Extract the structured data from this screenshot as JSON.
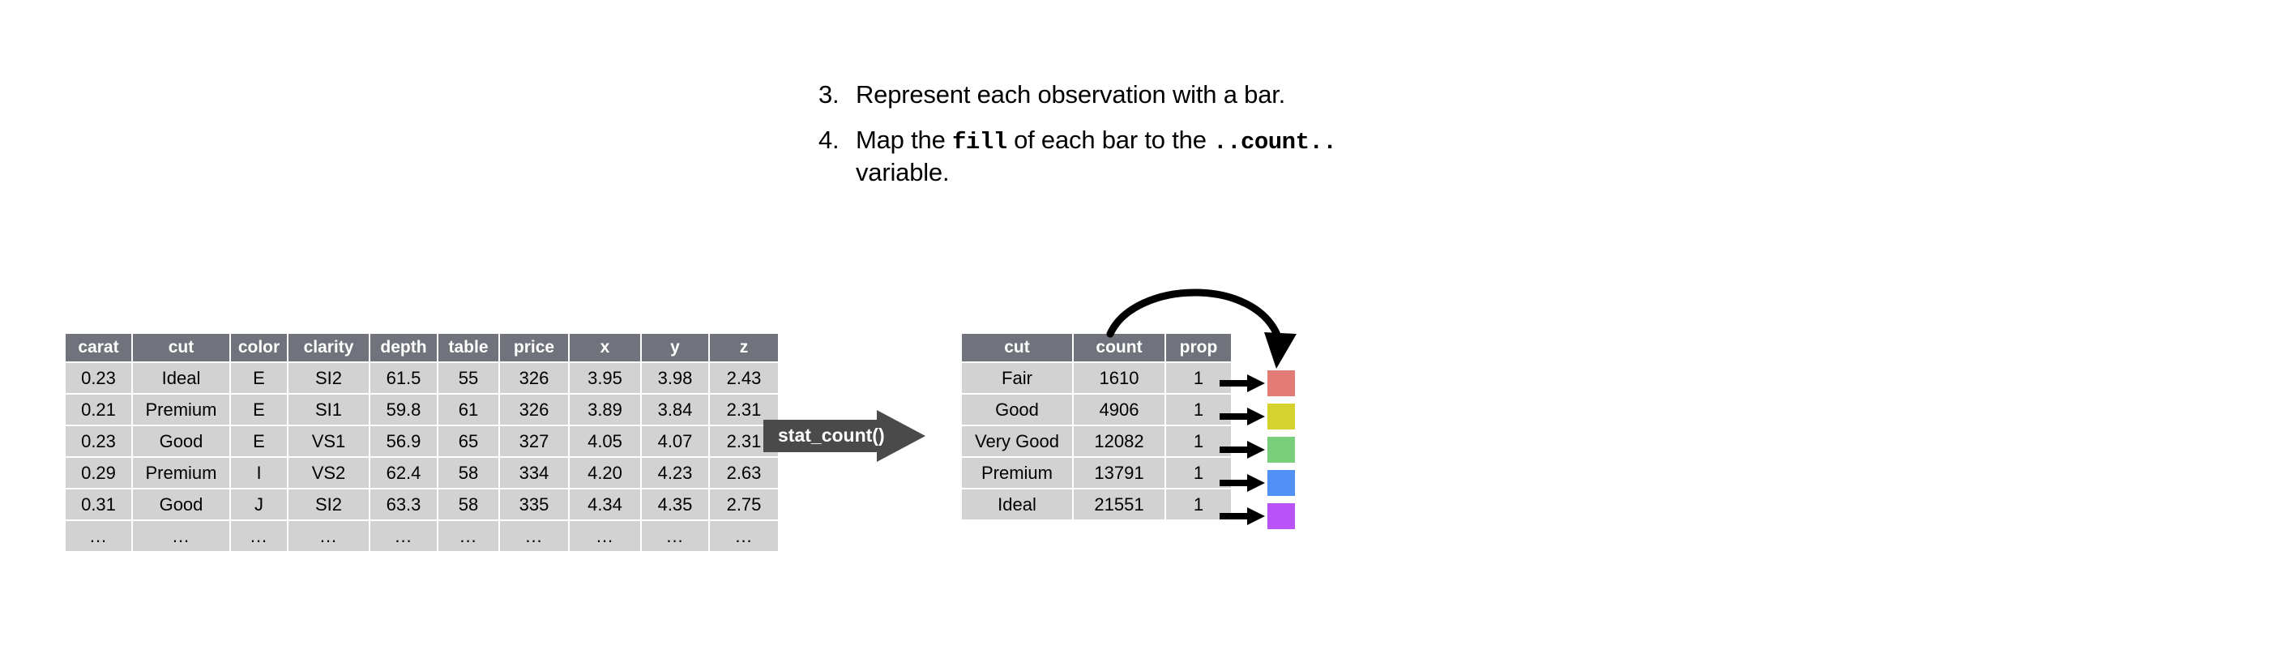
{
  "instructions": [
    {
      "number": "3.",
      "parts": [
        {
          "text": "Represent each observation with a bar.",
          "style": "plain"
        }
      ]
    },
    {
      "number": "4.",
      "parts": [
        {
          "text": "Map the ",
          "style": "plain"
        },
        {
          "text": "fill",
          "style": "mono"
        },
        {
          "text": " of each bar to the ",
          "style": "plain"
        },
        {
          "text": "..count..",
          "style": "mono"
        },
        {
          "text": " variable.",
          "style": "plain"
        }
      ]
    }
  ],
  "diamonds_table": {
    "columns": [
      "carat",
      "cut",
      "color",
      "clarity",
      "depth",
      "table",
      "price",
      "x",
      "y",
      "z"
    ],
    "rows": [
      [
        "0.23",
        "Ideal",
        "E",
        "SI2",
        "61.5",
        "55",
        "326",
        "3.95",
        "3.98",
        "2.43"
      ],
      [
        "0.21",
        "Premium",
        "E",
        "SI1",
        "59.8",
        "61",
        "326",
        "3.89",
        "3.84",
        "2.31"
      ],
      [
        "0.23",
        "Good",
        "E",
        "VS1",
        "56.9",
        "65",
        "327",
        "4.05",
        "4.07",
        "2.31"
      ],
      [
        "0.29",
        "Premium",
        "I",
        "VS2",
        "62.4",
        "58",
        "334",
        "4.20",
        "4.23",
        "2.63"
      ],
      [
        "0.31",
        "Good",
        "J",
        "SI2",
        "63.3",
        "58",
        "335",
        "4.34",
        "4.35",
        "2.75"
      ],
      [
        "...",
        "...",
        "...",
        "...",
        "...",
        "...",
        "...",
        "...",
        "...",
        "..."
      ]
    ]
  },
  "transform": {
    "label": "stat_count()"
  },
  "counts_table": {
    "columns": [
      "cut",
      "count",
      "prop"
    ],
    "rows": [
      [
        "Fair",
        "1610",
        "1"
      ],
      [
        "Good",
        "4906",
        "1"
      ],
      [
        "Very Good",
        "12082",
        "1"
      ],
      [
        "Premium",
        "13791",
        "1"
      ],
      [
        "Ideal",
        "21551",
        "1"
      ]
    ]
  },
  "fill_swatches": [
    {
      "cut": "Fair",
      "color": "#E37B77"
    },
    {
      "cut": "Good",
      "color": "#D5D22E"
    },
    {
      "cut": "Very Good",
      "color": "#79CE79"
    },
    {
      "cut": "Premium",
      "color": "#5190F5"
    },
    {
      "cut": "Ideal",
      "color": "#B952F7"
    }
  ],
  "colors": {
    "table_header_bg": "#70737B",
    "table_cell_bg": "#D2D2D2",
    "arrow_block_bg": "#4A4A4A",
    "text": "#000000",
    "background": "#FFFFFF"
  }
}
